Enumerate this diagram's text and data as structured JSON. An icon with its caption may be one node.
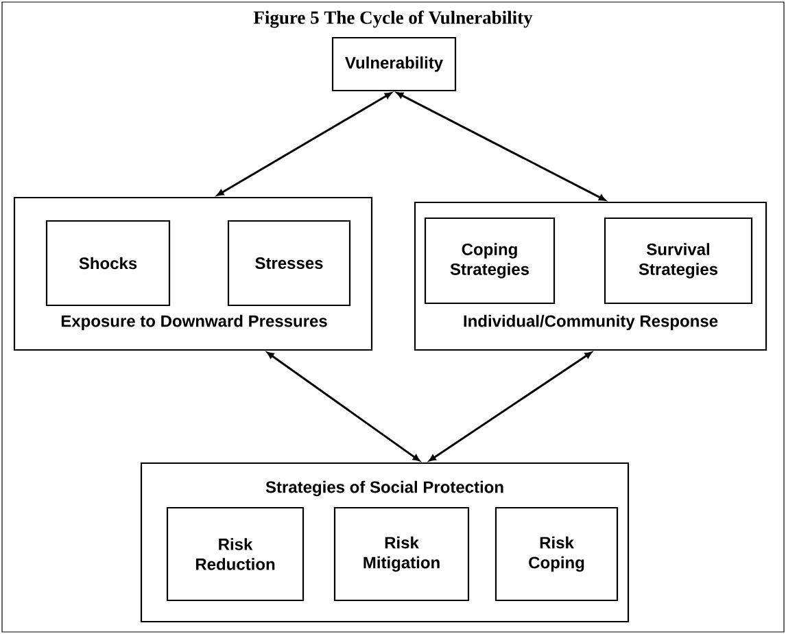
{
  "diagram": {
    "title": "Figure 5 The Cycle of Vulnerability",
    "nodes": [
      {
        "text": [
          "Vulnerability"
        ]
      },
      {
        "text": [
          "Exposure to Downward Pressures"
        ]
      },
      {
        "text": [
          "Shocks"
        ],
        "in": 1
      },
      {
        "text": [
          "Stresses"
        ],
        "in": 1
      },
      {
        "text": [
          "Individual/Community Response"
        ]
      },
      {
        "text": [
          "Coping Strategies"
        ],
        "in": 4
      },
      {
        "text": [
          "Survival Strategies"
        ],
        "in": 4
      },
      {
        "text": [
          "Strategies of Social Protection"
        ]
      },
      {
        "text": [
          "Risk Reduction"
        ],
        "in": 7
      },
      {
        "text": [
          "Risk Mitigation"
        ],
        "in": 7
      },
      {
        "text": [
          "Risk Coping"
        ],
        "in": 7
      }
    ],
    "edges": [
      {
        "from": 0,
        "to": 1,
        "arrow": "both"
      },
      {
        "from": 0,
        "to": 4,
        "arrow": "both"
      },
      {
        "from": 1,
        "to": 7,
        "arrow": "both"
      },
      {
        "from": 4,
        "to": 7,
        "arrow": "both"
      }
    ]
  }
}
